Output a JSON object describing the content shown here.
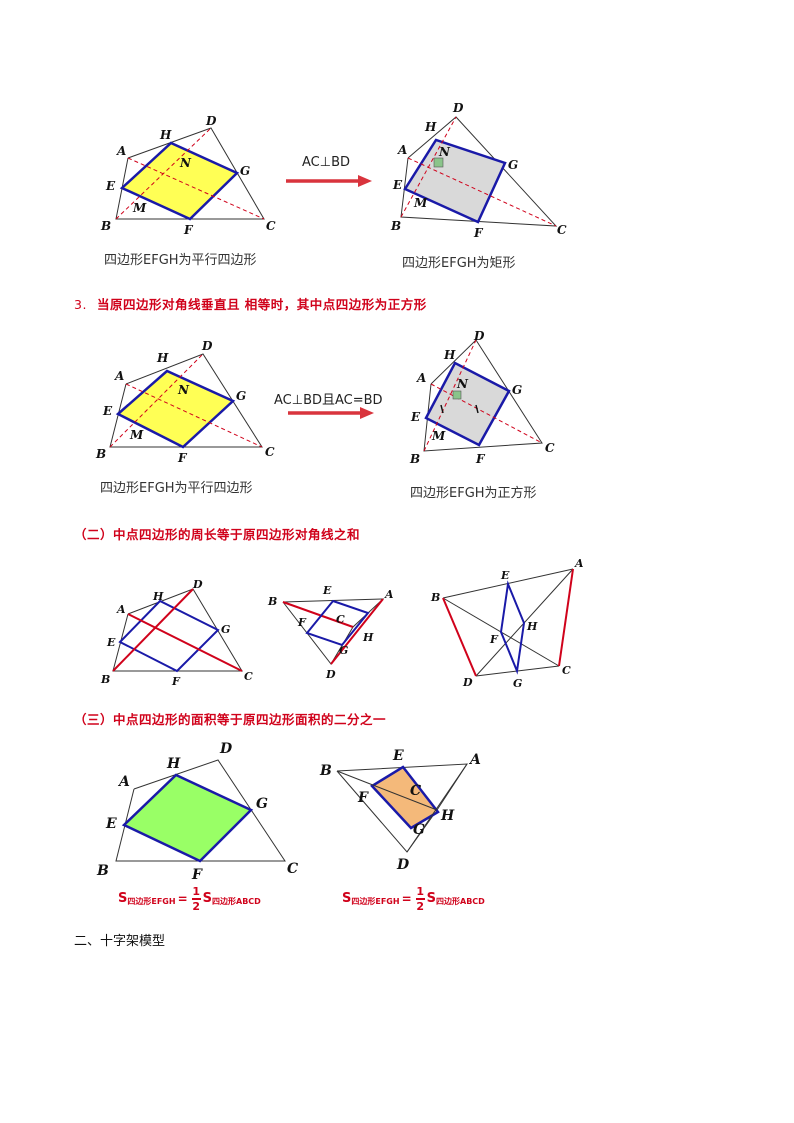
{
  "colors": {
    "red": "#d0021b",
    "blue": "#1a1aa8",
    "yellow_fill": "#ffff55",
    "gray_fill": "#d9d9d9",
    "green_fill": "#99ff66",
    "orange_fill": "#f4b97a",
    "arrow": "#d9343d"
  },
  "row1": {
    "left_caption": "四边形EFGH为平行四边形",
    "arrow_label": "AC⊥BD",
    "right_caption": "四边形EFGH为矩形"
  },
  "item3": {
    "number": "3.",
    "heading": "当原四边形对角线垂直且 相等时，其中点四边形为正方形",
    "left_caption": "四边形EFGH为平行四边形",
    "arrow_label": "AC⊥BD且AC=BD",
    "right_caption": "四边形EFGH为正方形"
  },
  "part2": {
    "heading": "（二）中点四边形的周长等于原四边形对角线之和"
  },
  "part3": {
    "heading": "（三）中点四边形的面积等于原四边形面积的二分之一",
    "formula_left": {
      "s": "S",
      "sub1": "四边形EFGH",
      "eq": "=",
      "num": "1",
      "den": "2",
      "sub2": "四边形ABCD"
    },
    "formula_right": {
      "s": "S",
      "sub1": "四边形EFGH",
      "eq": "=",
      "num": "1",
      "den": "2",
      "sub2": "四边形ABCD"
    }
  },
  "section": {
    "heading": "二、十字架模型"
  },
  "labels": {
    "A": "A",
    "B": "B",
    "C": "C",
    "D": "D",
    "E": "E",
    "F": "F",
    "G": "G",
    "H": "H",
    "M": "M",
    "N": "N"
  }
}
